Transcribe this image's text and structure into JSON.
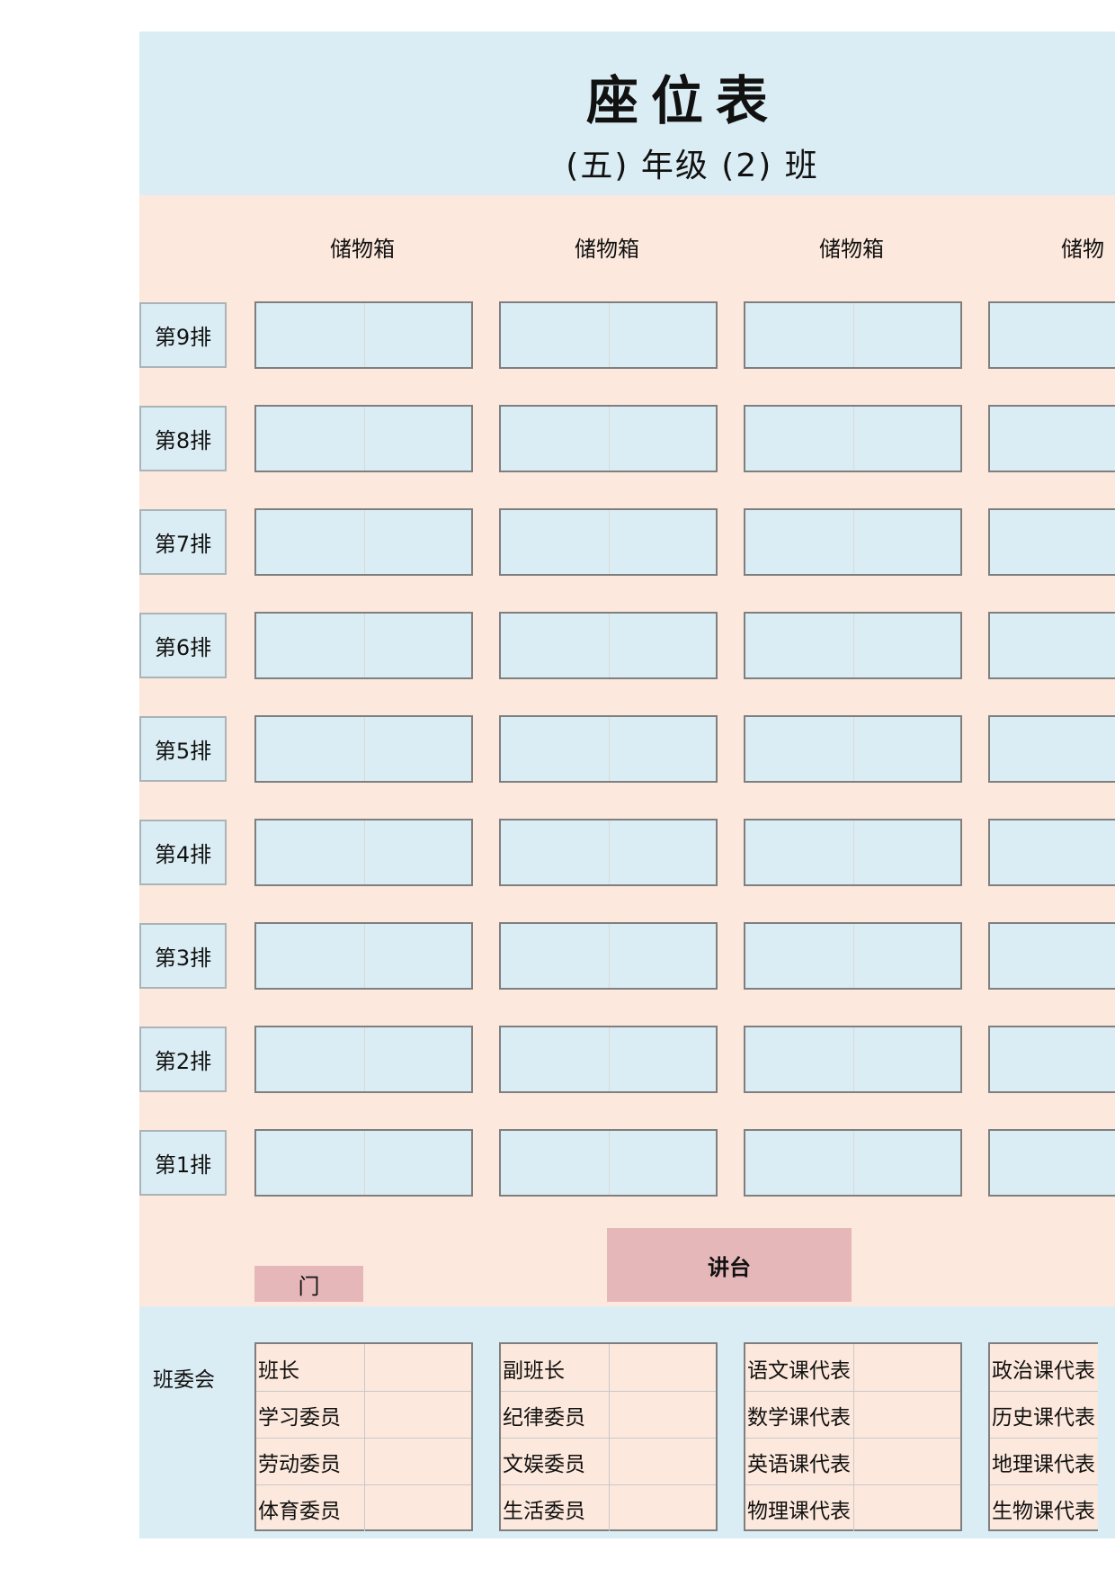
{
  "header": {
    "title": "座位表",
    "subtitle": "(五) 年级 (2) 班"
  },
  "storage_label": "储物箱",
  "storage_partial": "储物",
  "rows": [
    "第9排",
    "第8排",
    "第7排",
    "第6排",
    "第5排",
    "第4排",
    "第3排",
    "第2排",
    "第1排"
  ],
  "door_label": "门",
  "podium_label": "讲台",
  "committee": {
    "label": "班委会",
    "groups": [
      [
        "班长",
        "学习委员",
        "劳动委员",
        "体育委员"
      ],
      [
        "副班长",
        "纪律委员",
        "文娱委员",
        "生活委员"
      ],
      [
        "语文课代表",
        "数学课代表",
        "英语课代表",
        "物理课代表"
      ],
      [
        "政治课代表",
        "历史课代表",
        "地理课代表",
        "生物课代表"
      ]
    ]
  },
  "colors": {
    "header_bg": "#dbedf4",
    "classroom_bg": "#fce8dc",
    "desk_bg": "#dbedf4",
    "podium_bg": "#e5b7b9"
  }
}
